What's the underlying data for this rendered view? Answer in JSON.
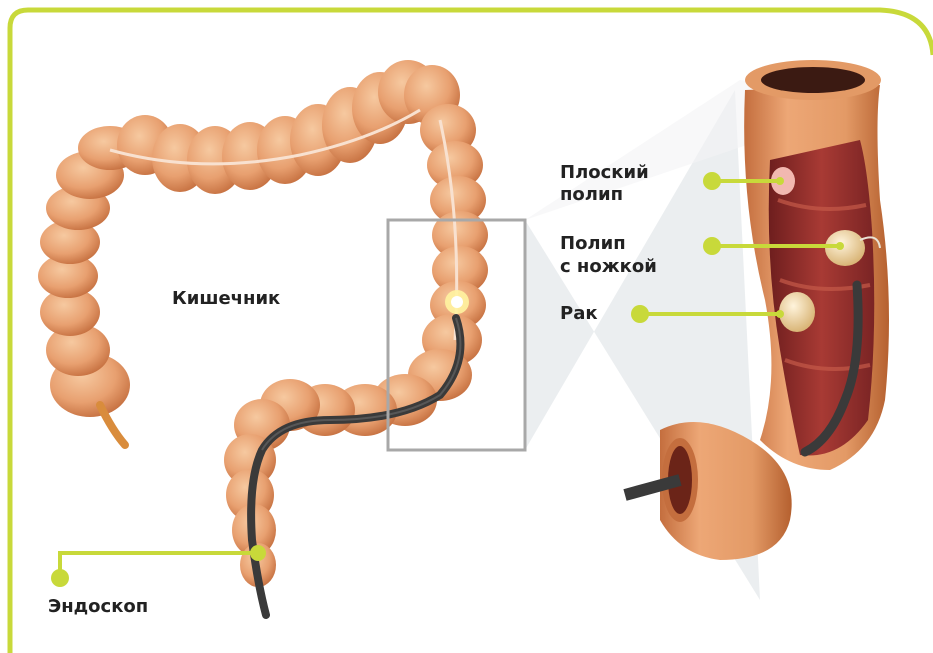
{
  "labels": {
    "intestine": "Кишечник",
    "endoscope": "Эндоскоп",
    "flat_polyp": [
      "Плоский",
      "полип"
    ],
    "stalk_polyp": [
      "Полип",
      "с ножкой"
    ],
    "cancer": "Рак"
  },
  "colors": {
    "accent": "#C8D93A",
    "colon": "#E8A070",
    "colon_dark": "#C46E3E",
    "colon_light": "#F6C9A0",
    "lumen": "#8E2A2A",
    "endoscope": "#3A3A3A",
    "zoom_box": "#A8A8A8",
    "zoom_fill": "#E9ECEE",
    "polyp": "#F1D7A8",
    "flat_polyp": "#F2B8B0"
  }
}
